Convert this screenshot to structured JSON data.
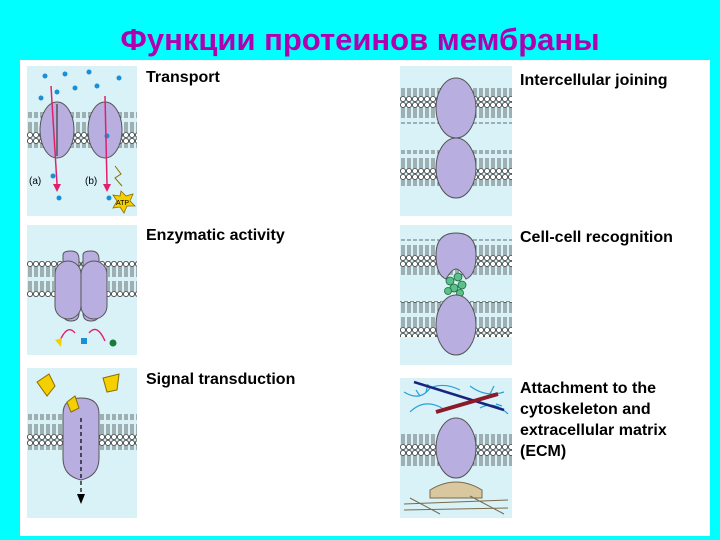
{
  "title": "Функции протеинов мембраны",
  "functions": [
    {
      "label": "Transport",
      "sub_a": "(a)",
      "sub_b": "(b)",
      "atp": "ATP"
    },
    {
      "label": "Enzymatic activity"
    },
    {
      "label": "Signal transduction"
    },
    {
      "label": "Intercellular joining"
    },
    {
      "label": "Cell-cell recognition"
    },
    {
      "label_lines": [
        "Attachment to the",
        "cytoskeleton and",
        "extracellular matrix",
        "(ECM)"
      ]
    }
  ],
  "colors": {
    "background": "#00ffff",
    "title": "#b000b0",
    "panel_bg": "#d8f2f7",
    "protein": "#b8aee0",
    "lipid_head": "#ffffff",
    "signal": "#f5d000",
    "arrow": "#e0206e"
  }
}
